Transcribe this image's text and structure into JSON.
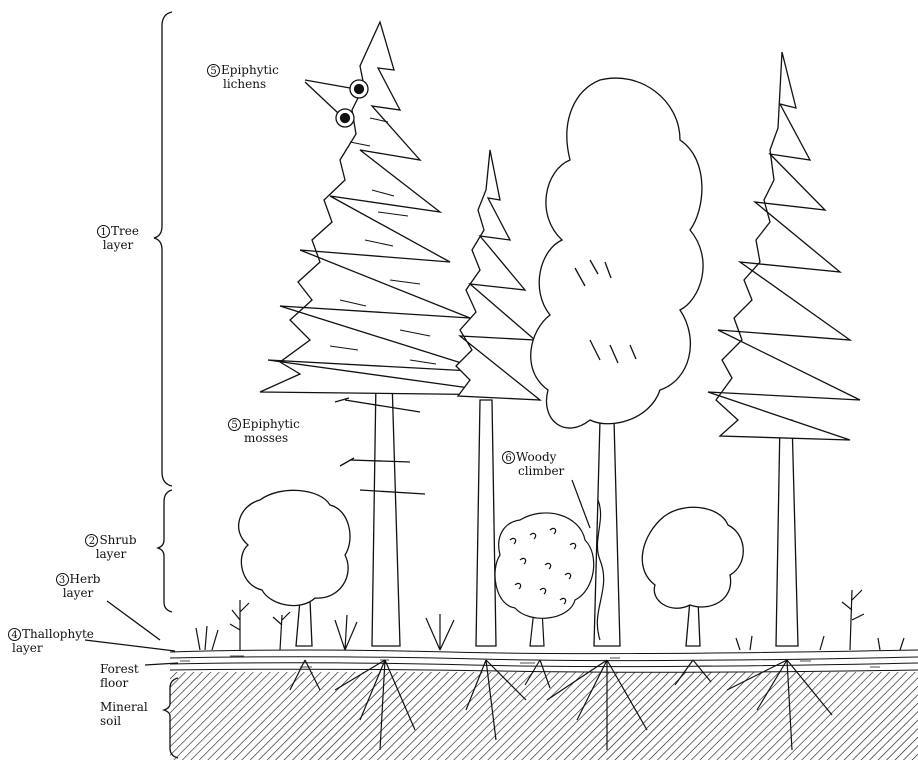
{
  "labels": {
    "epiphytic_lichens": {
      "num": "5",
      "line1": "Epiphytic",
      "line2": "lichens"
    },
    "tree_layer": {
      "num": "1",
      "line1": "Tree",
      "line2": "layer"
    },
    "epiphytic_mosses": {
      "num": "5",
      "line1": "Epiphytic",
      "line2": "mosses"
    },
    "woody_climber": {
      "num": "6",
      "line1": "Woody",
      "line2": "climber"
    },
    "shrub_layer": {
      "num": "2",
      "line1": "Shrub",
      "line2": "layer"
    },
    "herb_layer": {
      "num": "3",
      "line1": "Herb",
      "line2": "layer"
    },
    "thallophyte_layer": {
      "num": "4",
      "line1": "Thallophyte",
      "line2": "layer"
    },
    "forest_floor": {
      "line1": "Forest",
      "line2": "floor"
    },
    "mineral_soil": {
      "line1": "Mineral",
      "line2": "soil"
    }
  },
  "colors": {
    "ink": "#111111",
    "paper": "#ffffff"
  }
}
